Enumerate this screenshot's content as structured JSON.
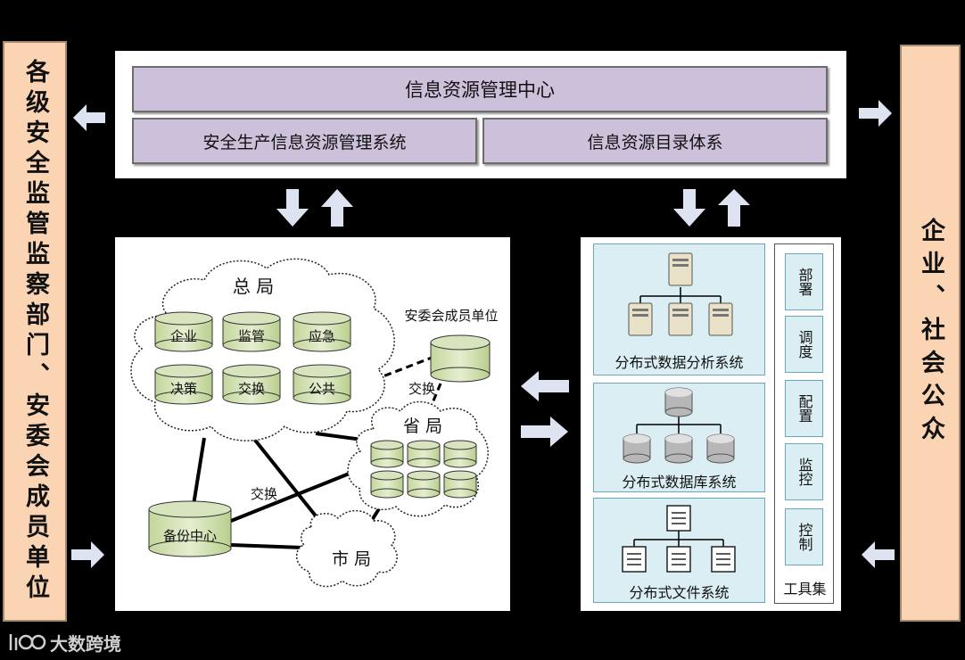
{
  "left_panel": {
    "text": "各级安全监管监察部门、安委会成员单位"
  },
  "right_panel": {
    "text": "企业、社会公众"
  },
  "top": {
    "title": "信息资源管理中心",
    "left_system": "安全生产信息资源管理系统",
    "right_system": "信息资源目录体系"
  },
  "network": {
    "headquarters": "总 局",
    "hq_databases": [
      "企业",
      "监管",
      "应急",
      "决策",
      "交换",
      "公共"
    ],
    "member_units": "安委会成员单位",
    "exchange_1": "交换",
    "province": "省 局",
    "exchange_2": "交换",
    "backup": "备份中心",
    "city": "市 局"
  },
  "systems": {
    "analysis": "分布式数据分析系统",
    "database": "分布式数据库系统",
    "file": "分布式文件系统"
  },
  "tools": {
    "items": [
      "部署",
      "调度",
      "配置",
      "监控",
      "控制"
    ],
    "label": "工具集"
  },
  "watermark": {
    "text": "大数跨境"
  },
  "colors": {
    "side_panel": "#fbd4b4",
    "purple": "#ccc0da",
    "db_green": "#d7e4bd",
    "system_blue": "#daeef3",
    "arrow": "#dde3f0"
  }
}
